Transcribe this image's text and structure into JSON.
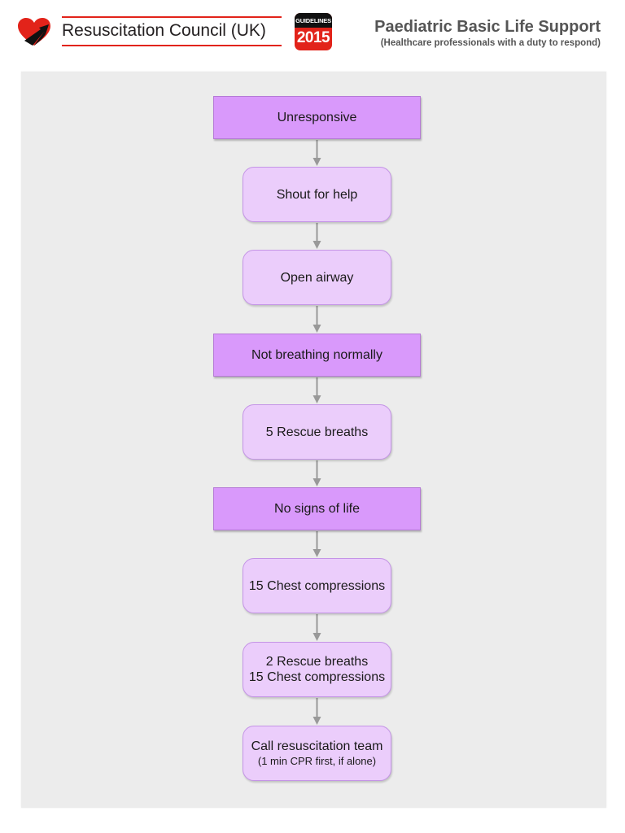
{
  "header": {
    "org_name": "Resuscitation Council (UK)",
    "badge_top": "GUIDELINES",
    "badge_year": "2015",
    "title": "Paediatric Basic Life Support",
    "subtitle": "(Healthcare professionals with a duty to respond)"
  },
  "colors": {
    "brand_red": "#e2231a",
    "decision_box": "#d999fb",
    "action_box": "#ebcdfb",
    "arrow": "#999999",
    "panel": "#ececec"
  },
  "flow": {
    "nodes": [
      {
        "id": "unresponsive",
        "type": "decision",
        "lines": [
          "Unresponsive"
        ]
      },
      {
        "id": "shout",
        "type": "action",
        "lines": [
          "Shout for help"
        ]
      },
      {
        "id": "airway",
        "type": "action",
        "lines": [
          "Open airway"
        ]
      },
      {
        "id": "not-breathing",
        "type": "decision",
        "lines": [
          "Not breathing normally"
        ]
      },
      {
        "id": "rescue5",
        "type": "action",
        "lines": [
          "5 Rescue breaths"
        ]
      },
      {
        "id": "no-signs",
        "type": "decision",
        "lines": [
          "No signs of life"
        ]
      },
      {
        "id": "chest15",
        "type": "action",
        "lines": [
          "15 Chest compressions"
        ]
      },
      {
        "id": "cycle",
        "type": "action",
        "lines": [
          "2 Rescue breaths",
          "15 Chest compressions"
        ]
      },
      {
        "id": "call-team",
        "type": "action",
        "lines": [
          "Call resuscitation team"
        ],
        "note": "(1 min CPR first, if alone)"
      }
    ],
    "edges": [
      [
        "unresponsive",
        "shout"
      ],
      [
        "shout",
        "airway"
      ],
      [
        "airway",
        "not-breathing"
      ],
      [
        "not-breathing",
        "rescue5"
      ],
      [
        "rescue5",
        "no-signs"
      ],
      [
        "no-signs",
        "chest15"
      ],
      [
        "chest15",
        "cycle"
      ],
      [
        "cycle",
        "call-team"
      ]
    ]
  }
}
